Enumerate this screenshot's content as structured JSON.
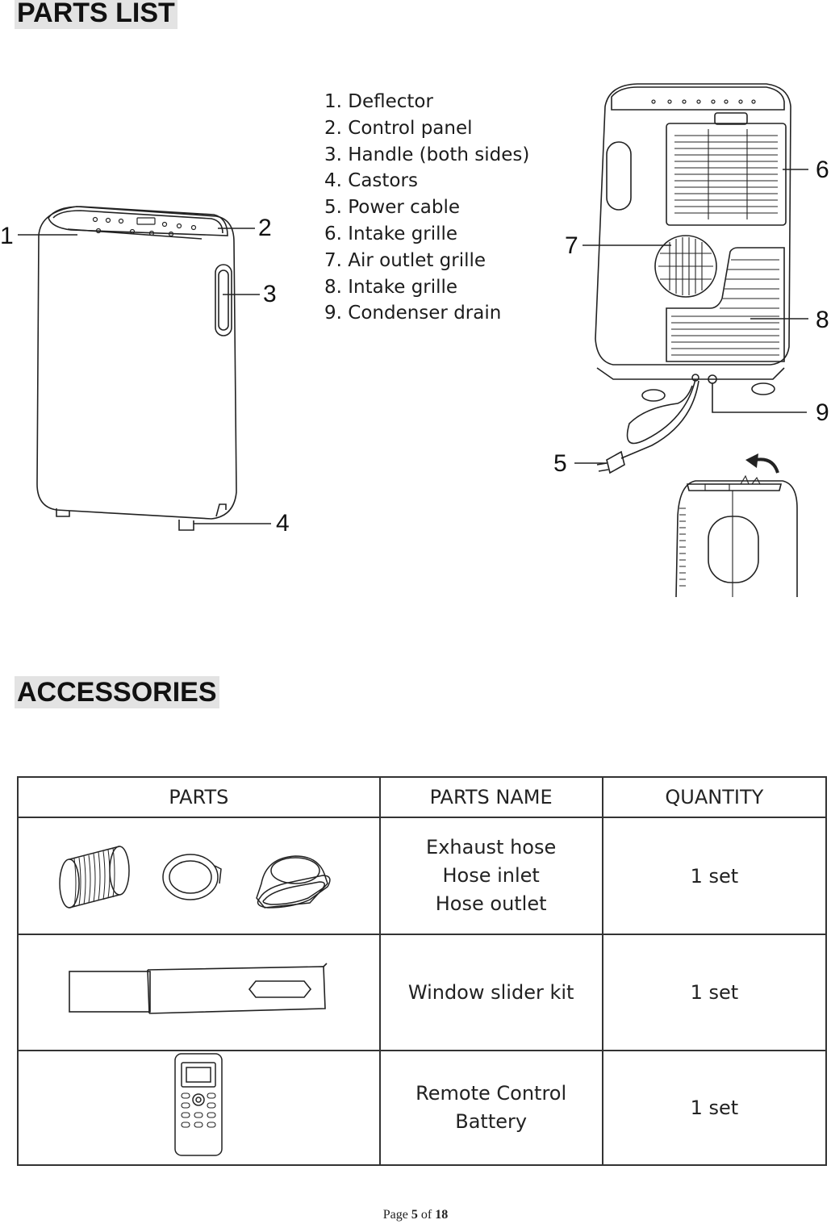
{
  "parts_list": {
    "heading": "PARTS LIST",
    "items": [
      "1. Deflector",
      "2. Control panel",
      "3. Handle (both sides)",
      "4. Castors",
      "5. Power cable",
      "6. Intake grille",
      "7. Air outlet grille",
      "8. Intake grille",
      "9. Condenser drain"
    ],
    "callouts": [
      "1",
      "2",
      "3",
      "4",
      "5",
      "6",
      "7",
      "8",
      "9"
    ]
  },
  "accessories": {
    "heading": "ACCESSORIES",
    "columns": [
      "PARTS",
      "PARTS NAME",
      "QUANTITY"
    ],
    "rows": [
      {
        "names": [
          "Exhaust hose",
          "Hose inlet",
          "Hose outlet"
        ],
        "quantity": "1 set"
      },
      {
        "names": [
          "Window slider kit"
        ],
        "quantity": "1 set"
      },
      {
        "names": [
          "Remote Control",
          "Battery"
        ],
        "quantity": "1 set"
      }
    ]
  },
  "footer": {
    "prefix": "Page",
    "page": "5",
    "of": "of",
    "total": "18"
  }
}
